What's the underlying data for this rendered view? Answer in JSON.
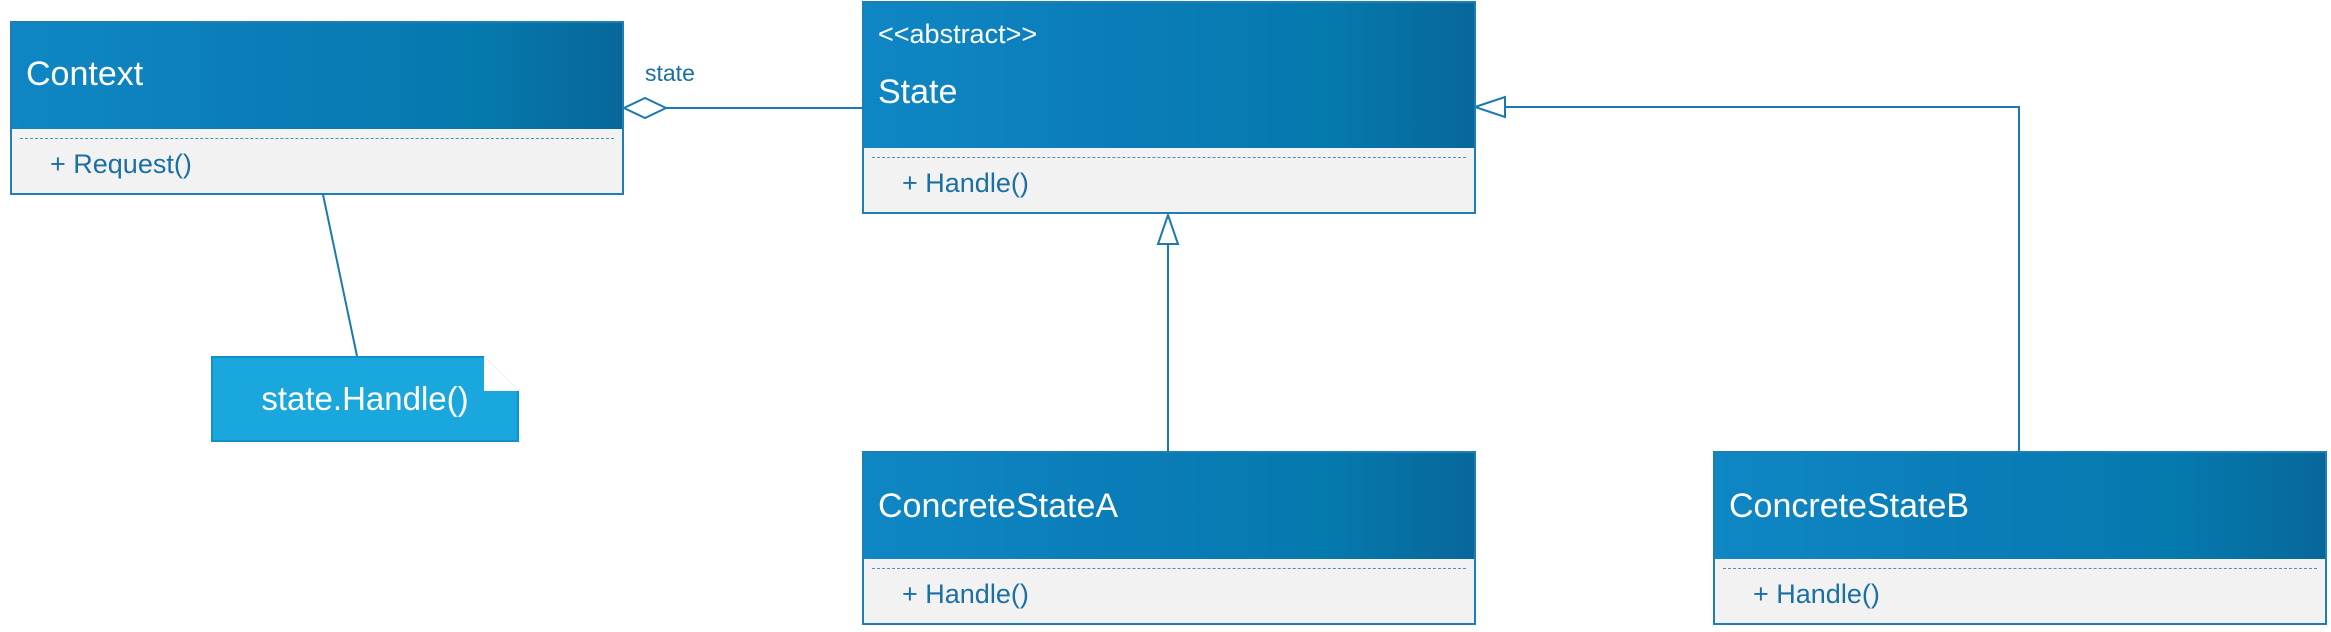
{
  "diagram": {
    "association_label": "state",
    "context": {
      "name": "Context",
      "operation": "+ Request()"
    },
    "state": {
      "stereotype": "<<abstract>>",
      "name": "State",
      "operation": "+ Handle()"
    },
    "concrete_a": {
      "name": "ConcreteStateA",
      "operation": "+ Handle()"
    },
    "concrete_b": {
      "name": "ConcreteStateB",
      "operation": "+ Handle()"
    },
    "note": {
      "text": "state.Handle()"
    }
  },
  "colors": {
    "header": "#0a7cb7",
    "border": "#1e7fb5",
    "body": "#f2f2f2",
    "note": "#1aa7de",
    "line": "#1a79b0",
    "text_dark": "#1a6fa5"
  }
}
